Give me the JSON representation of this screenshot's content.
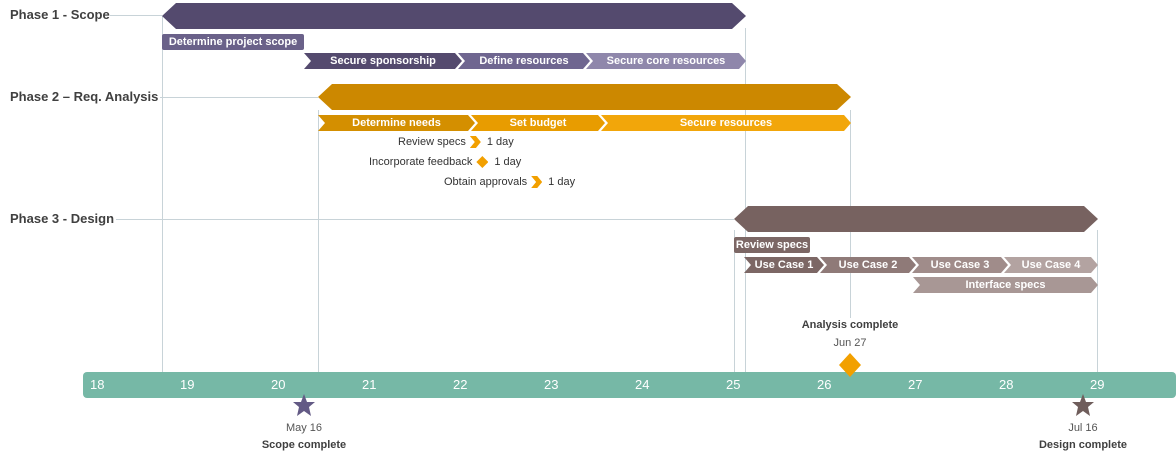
{
  "colors": {
    "phase1": "#544a6e",
    "phase1_task_mid": "#6f6690",
    "phase1_task_light": "#8f87ab",
    "phase2": "#cc8800",
    "phase2_task": "#dd9600",
    "phase2_task_light": "#f2a60a",
    "phase3": "#776260",
    "phase3_task_mid": "#8f7a78",
    "phase3_task_light": "#a89795",
    "axis": "#76b8a6",
    "analysis_milestone": "#f2a000",
    "scope_milestone": "#635a85",
    "design_milestone": "#6f5d5b"
  },
  "phases": [
    {
      "label": "Phase 1 - Scope"
    },
    {
      "label": "Phase 2 – Req. Analysis"
    },
    {
      "label": "Phase 3 - Design"
    }
  ],
  "tasks": {
    "determine_project_scope": "Determine project scope",
    "secure_sponsorship": "Secure sponsorship",
    "define_resources": "Define resources",
    "secure_core_resources": "Secure core resources",
    "determine_needs": "Determine needs",
    "set_budget": "Set budget",
    "secure_resources": "Secure resources",
    "review_specs_p3": "Review specs",
    "use_case_1": "Use Case 1",
    "use_case_2": "Use Case 2",
    "use_case_3": "Use Case 3",
    "use_case_4": "Use Case 4",
    "interface_specs": "Interface specs"
  },
  "mini_tasks": [
    {
      "label": "Review specs",
      "duration": "1 day",
      "marker": "chevron"
    },
    {
      "label": "Incorporate feedback",
      "duration": "1 day",
      "marker": "diamond"
    },
    {
      "label": "Obtain approvals",
      "duration": "1 day",
      "marker": "chevron"
    }
  ],
  "axis": {
    "ticks": [
      "18",
      "19",
      "20",
      "21",
      "22",
      "23",
      "24",
      "25",
      "26",
      "27",
      "28",
      "29"
    ]
  },
  "milestones": {
    "scope": {
      "date": "May 16",
      "title": "Scope complete",
      "icon": "star-icon"
    },
    "analysis": {
      "date": "Jun 27",
      "title": "Analysis complete",
      "icon": "diamond-icon"
    },
    "design": {
      "date": "Jul 16",
      "title": "Design complete",
      "icon": "star-icon"
    }
  }
}
